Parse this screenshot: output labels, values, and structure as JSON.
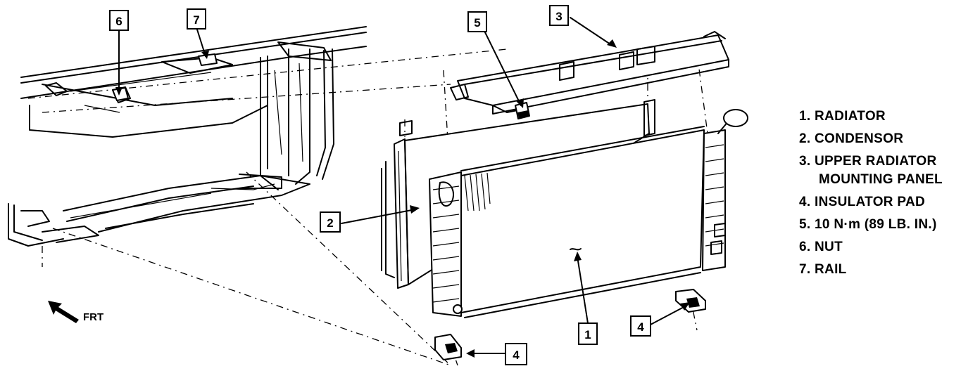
{
  "front_label": "FRT",
  "callouts": [
    {
      "id": "callout-1",
      "number": "1"
    },
    {
      "id": "callout-2",
      "number": "2"
    },
    {
      "id": "callout-3",
      "number": "3"
    },
    {
      "id": "callout-4a",
      "number": "4"
    },
    {
      "id": "callout-4b",
      "number": "4"
    },
    {
      "id": "callout-5",
      "number": "5"
    },
    {
      "id": "callout-6",
      "number": "6"
    },
    {
      "id": "callout-7",
      "number": "7"
    }
  ],
  "legend": [
    {
      "label": "1.  RADIATOR"
    },
    {
      "label": "2.  CONDENSOR"
    },
    {
      "label": "3.  UPPER RADIATOR"
    },
    {
      "label": "MOUNTING PANEL"
    },
    {
      "label": "4.  INSULATOR PAD"
    },
    {
      "label": "5.  10 N·m (89 LB. IN.)"
    },
    {
      "label": "6.  NUT"
    },
    {
      "label": "7.  RAIL"
    }
  ]
}
